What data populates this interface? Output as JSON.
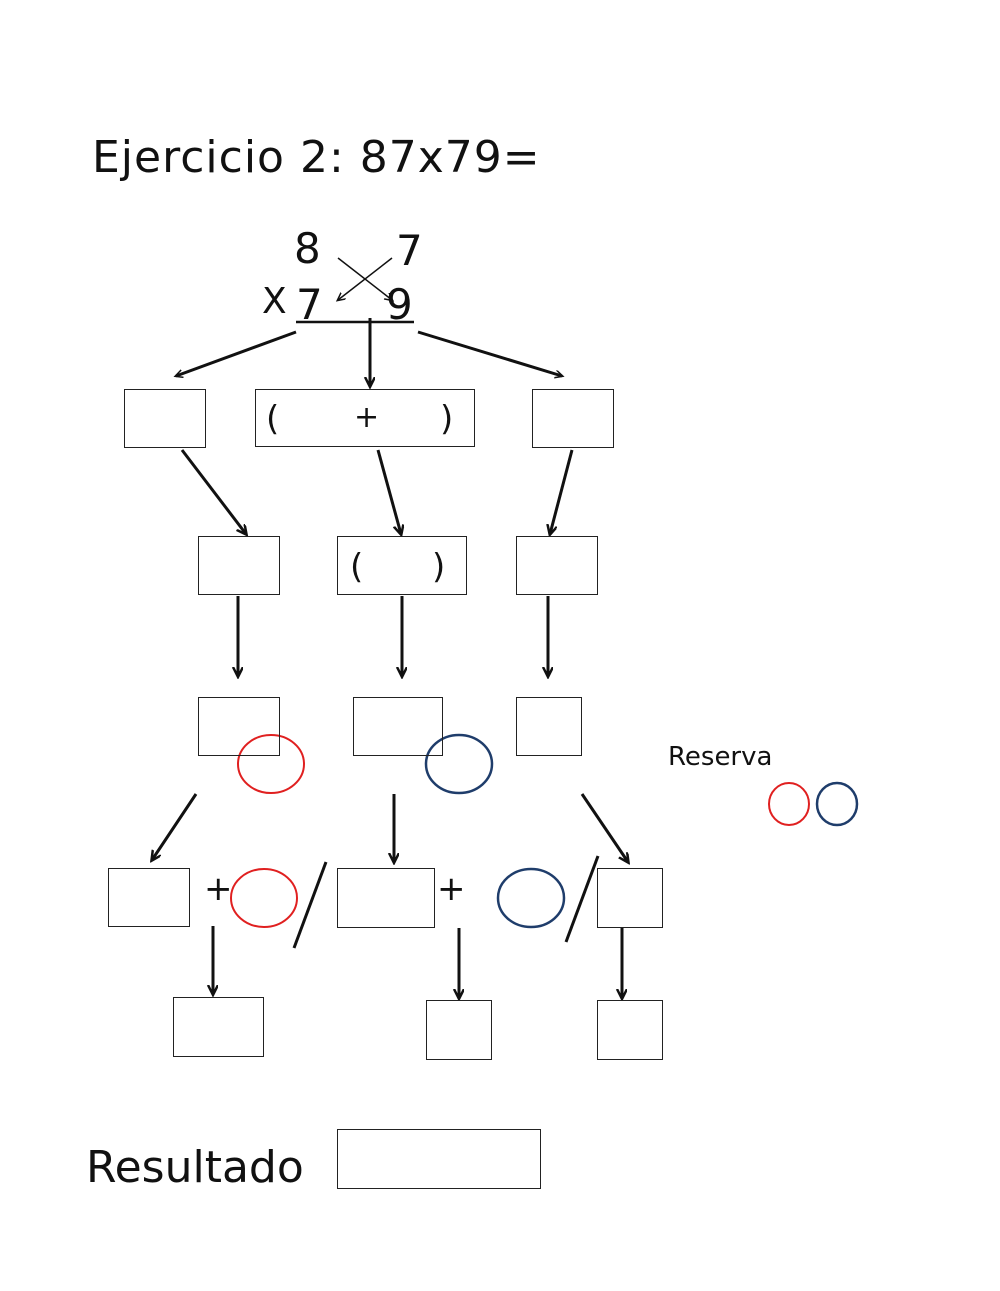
{
  "title": "Ejercicio 2:  87x79=",
  "multiplication": {
    "top_tens": "8",
    "top_units": "7",
    "operator": "X",
    "bottom_tens": "7",
    "bottom_units": "9"
  },
  "middle_box": {
    "open": "(",
    "plus": "+",
    "close": ")"
  },
  "second_box": {
    "open": "(",
    "close": ")"
  },
  "row5": {
    "plus_1": "+",
    "plus_2": "+"
  },
  "reserva_label": "Reserva",
  "resultado_label": "Resultado",
  "colors": {
    "red": "#e02020",
    "blue": "#1f3d6b",
    "ink": "#111111"
  }
}
